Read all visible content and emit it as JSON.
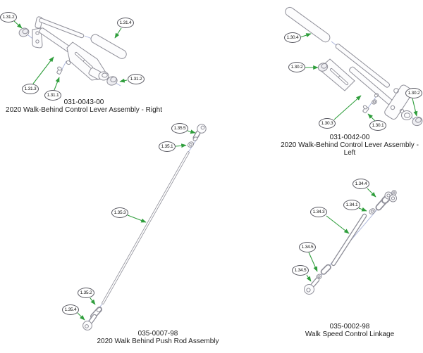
{
  "page": {
    "background": "#ffffff"
  },
  "colors": {
    "drawing_line": "#8e8e98",
    "leader_arrow_green": "#2f9e3c",
    "centerline_blue": "#a8b2da",
    "callout_stroke": "#55555e",
    "text": "#202020"
  },
  "assemblies": [
    {
      "id": "right-control-lever",
      "part_number": "031-0043-00",
      "title": "2020 Walk-Behind Control Lever Assembly - Right",
      "callouts": [
        {
          "label": "1.31.2"
        },
        {
          "label": "1.31.4"
        },
        {
          "label": "1.31.3"
        },
        {
          "label": "1.31.1"
        },
        {
          "label": "1.31.2"
        }
      ]
    },
    {
      "id": "left-control-lever",
      "part_number": "031-0042-00",
      "title": "2020 Walk-Behind Control Lever Assembly - Left",
      "callouts": [
        {
          "label": "1.30.4"
        },
        {
          "label": "1.30.2"
        },
        {
          "label": "1.30.2"
        },
        {
          "label": "1.30.3"
        },
        {
          "label": "1.30.1"
        }
      ]
    },
    {
      "id": "push-rod",
      "part_number": "035-0007-98",
      "title": "2020 Walk Behind Push Rod Assembly",
      "callouts": [
        {
          "label": "1.35.5"
        },
        {
          "label": "1.35.1"
        },
        {
          "label": "1.35.3"
        },
        {
          "label": "1.35.2"
        },
        {
          "label": "1.35.4"
        }
      ]
    },
    {
      "id": "walk-speed-linkage",
      "part_number": "035-0002-98",
      "title": "Walk Speed Control Linkage",
      "callouts": [
        {
          "label": "1.34.4"
        },
        {
          "label": "1.34.1"
        },
        {
          "label": "1.34.3"
        },
        {
          "label": "1.34.5"
        },
        {
          "label": "1.34.5"
        }
      ]
    }
  ]
}
